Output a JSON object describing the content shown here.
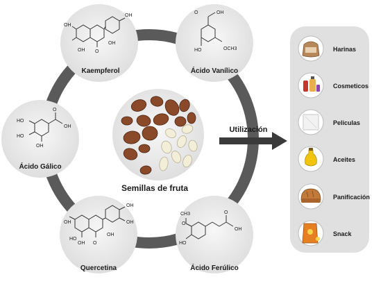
{
  "center": {
    "label": "Semillas de fruta"
  },
  "compounds": [
    {
      "name": "Kaempferol",
      "groups": [
        "OH",
        "OH",
        "OH",
        "OH",
        "O"
      ]
    },
    {
      "name": "Ácido Vanílico",
      "groups": [
        "O",
        "OH",
        "OCH3",
        "HO"
      ]
    },
    {
      "name": "Ácido Gálico",
      "groups": [
        "O",
        "OH",
        "HO",
        "HO",
        "OH"
      ]
    },
    {
      "name": "Quercetina",
      "groups": [
        "OH",
        "OH",
        "OH",
        "HO",
        "OH",
        "OH",
        "O"
      ]
    },
    {
      "name": "Ácido Ferúlico",
      "groups": [
        "CH3",
        "O",
        "O",
        "OH",
        "HO"
      ]
    }
  ],
  "arrow": {
    "label": "Utilización"
  },
  "uses": [
    {
      "label": "Harinas",
      "icon": "flour-sack-icon"
    },
    {
      "label": "Cosmeticos",
      "icon": "cosmetics-bottles-icon"
    },
    {
      "label": "Peliculas",
      "icon": "film-sheet-icon"
    },
    {
      "label": "Aceites",
      "icon": "oil-bottle-icon"
    },
    {
      "label": "Panificación",
      "icon": "bread-icon"
    },
    {
      "label": "Snack",
      "icon": "snack-bag-icon"
    }
  ],
  "colors": {
    "ring": "#5a5a5a",
    "panel": "#e0e0e0",
    "circle": "#ececec",
    "arrow": "#3a3a3a"
  }
}
